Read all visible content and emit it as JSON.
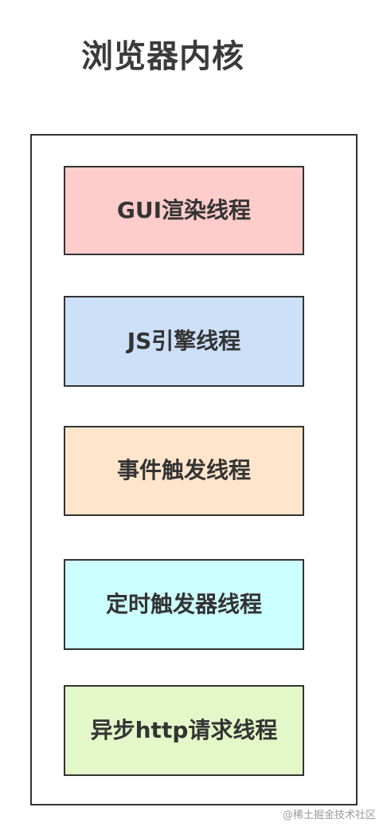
{
  "title": "浏览器内核",
  "threads": [
    {
      "label": "GUI渲染线程",
      "color": "#ffcccc"
    },
    {
      "label": "JS引擎线程",
      "color": "#cce0f8"
    },
    {
      "label": "事件触发线程",
      "color": "#ffe5cc"
    },
    {
      "label": "定时触发器线程",
      "color": "#ccffff"
    },
    {
      "label": "异步http请求线程",
      "color": "#e4f7c8"
    }
  ],
  "watermark": "@稀土掘金技术社区"
}
